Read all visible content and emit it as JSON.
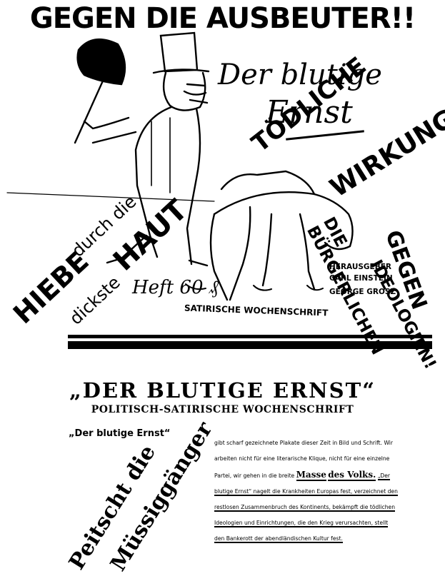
{
  "poster": {
    "headline": "GEGEN DIE AUSBEUTER!!",
    "logo_der": "Der blutige",
    "logo_ernst": "Ernst",
    "toedliche": "TÖDLICHE",
    "wirkung": "WIRKUNG!!",
    "buergerlichen": "DIE BÜRGERLICHEN",
    "ideologien": "IDEOLOGIEN!",
    "gegen": "GEGEN",
    "hiebe": "HIEBE",
    "durch_die": "durch die",
    "dickste": "dickste",
    "haut": "HAUT",
    "heft": "Heft 60 ₰",
    "herausgeber": "HERAUSGEBER",
    "editor1": "CARL EINSTEIN",
    "editor2": "GEORGE GROSZ",
    "satirische": "SATIRISCHE WOCHENSCHRIFT"
  },
  "ad": {
    "title": "„DER BLUTIGE ERNST“",
    "subtitle": "POLITISCH-SATIRISCHE WOCHENSCHRIFT",
    "left_label": "„Der blutige Ernst“",
    "line1": "gibt scharf gezeichnete Plakate dieser Zeit in Bild und Schrift.",
    "line2a": "Wir arbeiten nicht für eine literarische Klique, nicht für eine einzelne Partei, wir gehen in die breite",
    "masse": "Masse",
    "volks": "des Volks.",
    "line3": "„Der blutige Ernst“ nagelt die Krankheiten Europas fest, verzeichnet den restlosen Zusammenbruch des Kontinents, bekämpft die tödlichen Ideologien und Einrichtungen, die den Krieg verursachten, stellt den Bankerott der abendländischen Kultur fest.",
    "peitscht": "Peitscht die",
    "muessig": "Müssiggänger"
  }
}
